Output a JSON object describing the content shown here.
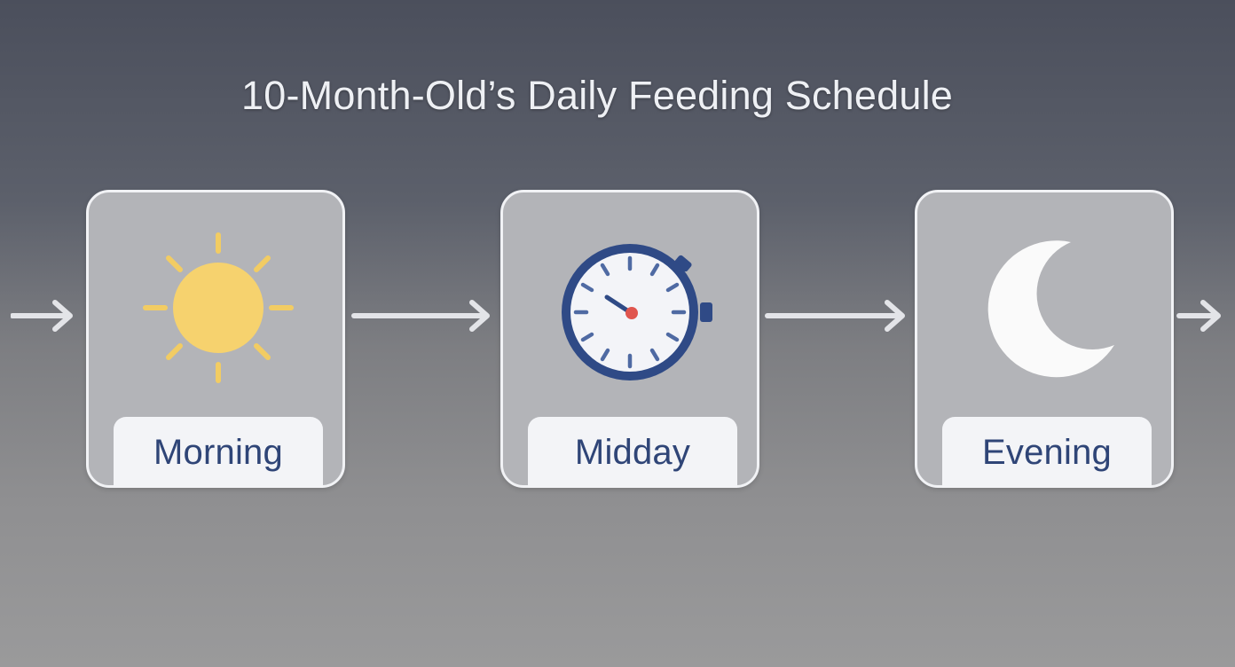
{
  "title": "10-Month-Old’s Daily Feeding Schedule",
  "stages": [
    {
      "label": "Morning",
      "icon": "sun-icon"
    },
    {
      "label": "Midday",
      "icon": "clock-icon"
    },
    {
      "label": "Evening",
      "icon": "moon-icon"
    }
  ],
  "colors": {
    "sun": "#f6d26e",
    "sun_rays": "#f2cc63",
    "clock_ring": "#2f4a86",
    "clock_center": "#e0554e",
    "moon": "#fafafa",
    "label_text": "#2f4577",
    "arrow": "#e3e4e8"
  }
}
